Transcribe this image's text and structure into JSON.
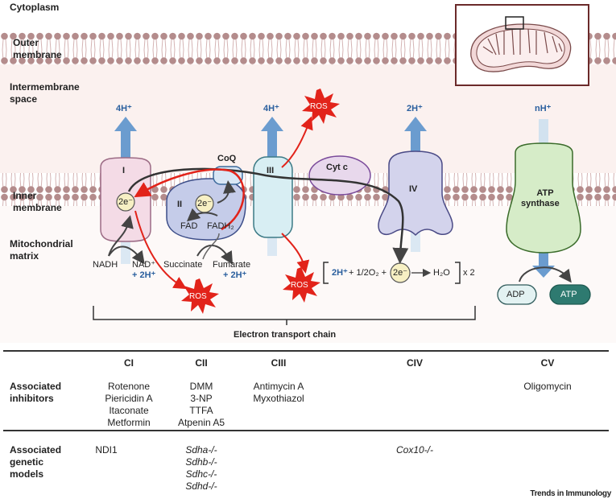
{
  "regions": {
    "cytoplasm": "Cytoplasm",
    "outer_membrane": "Outer\nmembrane",
    "intermembrane_space": "Intermembrane\nspace",
    "inner_membrane": "Inner\nmembrane",
    "matrix": "Mitochondrial\nmatrix"
  },
  "complexes": {
    "c1": "I",
    "c2": "II",
    "coq": "CoQ",
    "c3": "III",
    "cytc": "Cyt c",
    "c4": "IV",
    "c5_line1": "ATP",
    "c5_line2": "synthase"
  },
  "protons": {
    "c1": "4H⁺",
    "c3": "4H⁺",
    "c4": "2H⁺",
    "c5": "nH⁺"
  },
  "electrons": "2e⁻",
  "metabolites": {
    "nadh": "NADH",
    "nad": "NAD⁺",
    "nad_protons": "+ 2H⁺",
    "succinate": "Succinate",
    "fumarate": "Fumarate",
    "fumarate_protons": "+ 2H⁺",
    "fad": "FAD",
    "fadh2": "FADH₂",
    "adp": "ADP",
    "atp": "ATP"
  },
  "ros_label": "ROS",
  "reaction": {
    "protons": "2H⁺",
    "oxygen": "+ 1/2O₂ +",
    "electrons": "2e⁻",
    "product": "H₂O",
    "multiplier": "x 2"
  },
  "etc_label": "Electron transport chain",
  "colors": {
    "ros": "#e2231a",
    "proton_arrow": "#6b9ccf",
    "proton_text": "#2a5f9e",
    "lipid": "#b08a8a",
    "ims_bg": "#fbf1ef",
    "c1_fill": "#f4dbe6",
    "c2_fill": "#c5cce9",
    "c3_fill": "#d8eef3",
    "c4_fill": "#d3d3ec",
    "c5_fill": "#d6ecc8",
    "atp_fill": "#2e7a70"
  },
  "table": {
    "headers": [
      "CI",
      "CII",
      "CIII",
      "CIV",
      "CV"
    ],
    "rows": [
      {
        "label": "Associated\ninhibitors",
        "cells": [
          "Rotenone\nPiericidin A\nItaconate\nMetformin",
          "DMM\n3-NP\nTTFA\nAtpenin A5",
          "Antimycin A\nMyxothiazol",
          "",
          "Oligomycin"
        ]
      },
      {
        "label": "Associated\ngenetic\nmodels",
        "cells": [
          "NDI1",
          "Sdha-/-\nSdhb-/-\nSdhc-/-\nSdhd-/-",
          "",
          "Cox10-/-",
          ""
        ]
      }
    ]
  },
  "credit": "Trends in Immunology"
}
